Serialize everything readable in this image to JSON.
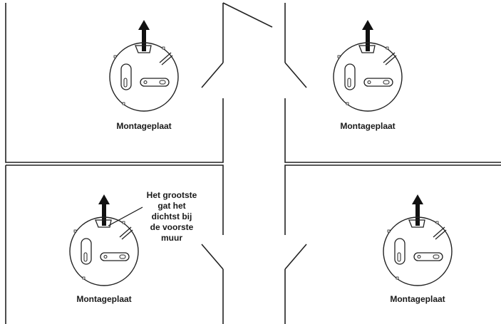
{
  "plates": [
    {
      "label": "Montageplaat"
    },
    {
      "label": "Montageplaat"
    },
    {
      "label": "Montageplaat"
    },
    {
      "label": "Montageplaat"
    }
  ],
  "callout": {
    "lines": [
      "Het grootste",
      "gat het",
      "dichtst bij",
      "de voorste",
      "muur"
    ]
  },
  "colors": {
    "line": "#222222",
    "background": "#ffffff"
  }
}
